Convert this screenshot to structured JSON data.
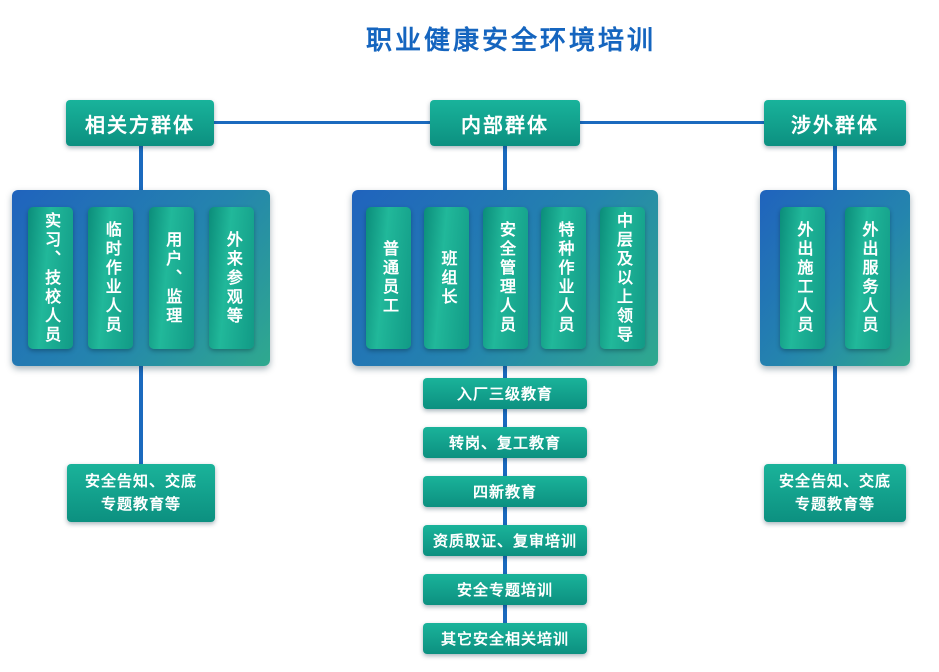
{
  "title": "职业健康安全环境培训",
  "groups": [
    {
      "header": "相关方群体",
      "members": [
        "实习、技校人员",
        "临时作业人员",
        "用户、监理",
        "外来参观等"
      ],
      "footer_lines": [
        "安全告知、交底",
        "专题教育等"
      ]
    },
    {
      "header": "内部群体",
      "members": [
        "普通员工",
        "班组长",
        "安全管理人员",
        "特种作业人员",
        "中层及以上领导"
      ],
      "trainings": [
        "入厂三级教育",
        "转岗、复工教育",
        "四新教育",
        "资质取证、复审培训",
        "安全专题培训",
        "其它安全相关培训"
      ]
    },
    {
      "header": "涉外群体",
      "members": [
        "外出施工人员",
        "外出服务人员"
      ],
      "footer_lines": [
        "安全告知、交底",
        "专题教育等"
      ]
    }
  ],
  "colors": {
    "title_blue": "#1565bf",
    "connector_blue": "#1b6abe",
    "box_teal": "#0fa28c",
    "container_blue": "#2063bd",
    "container_green": "#2fa98e"
  }
}
